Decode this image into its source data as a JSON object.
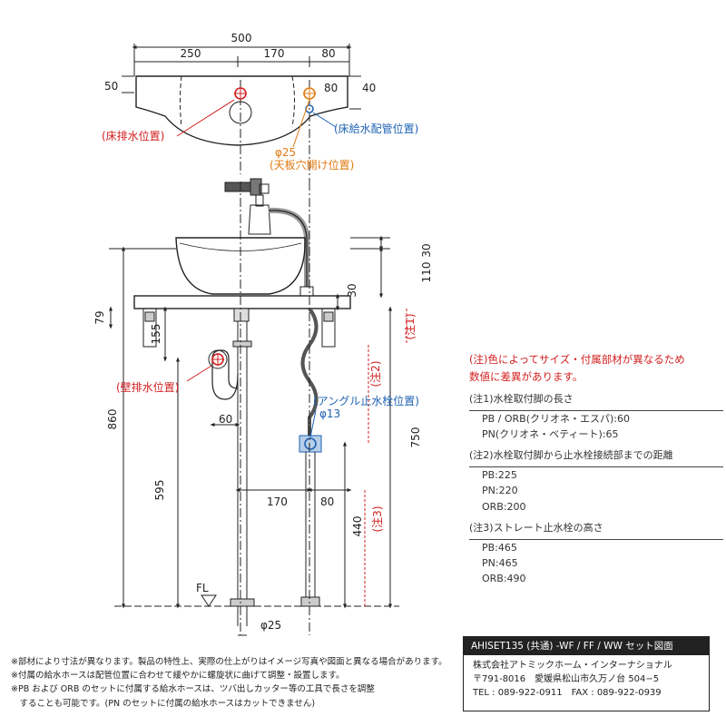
{
  "top_view": {
    "dims": {
      "total": "500",
      "left": "250",
      "mid": "170",
      "right": "80",
      "depth": "50",
      "right_gap": "80",
      "right_depth": "40"
    },
    "labels": {
      "floor_drain": "(床排水位置)",
      "counter_hole_dia": "φ25",
      "counter_hole": "(天板穴開け位置)",
      "floor_supply": "(床給水配管位置)"
    }
  },
  "front_view": {
    "dims": {
      "bowl_top": "30",
      "bowl_height": "110",
      "counter_gap": "30",
      "bracket": "79",
      "drain_offset": "155",
      "trap_offset": "60",
      "total_height": "860",
      "supply_height": "750",
      "drain_height": "595",
      "dist_170": "170",
      "dist_80": "80",
      "valve_height": "440",
      "floor_pipe_dia": "φ25",
      "valve_dia": "φ13"
    },
    "labels": {
      "wall_drain": "(壁排水位置)",
      "angle_valve": "(アングル止水栓位置)",
      "floor_line": "FL",
      "note1": "(注1)",
      "note2": "(注2)",
      "note3": "(注3)"
    }
  },
  "notes": {
    "header_line1": "(注)色によってサイズ・付属部材が異なるため",
    "header_line2": "数値に差異があります。",
    "sections": [
      {
        "title": "(注1)水栓取付脚の長さ",
        "lines": [
          "PB / ORB(クリオネ・エスパ):60",
          "PN(クリオネ・ベティート):65"
        ]
      },
      {
        "title": "(注2)水栓取付脚から止水栓接続部までの距離",
        "lines": [
          "PB:225",
          "PN:220",
          "ORB:200"
        ]
      },
      {
        "title": "(注3)ストレート止水栓の高さ",
        "lines": [
          "PB:465",
          "PN:465",
          "ORB:490"
        ]
      }
    ]
  },
  "footer_notes": [
    "※部材により寸法が異なります。製品の特性上、実際の仕上がりはイメージ写真や図面と異なる場合があります。",
    "※付属の給水ホースは配管位置に合わせて緩やかに螺旋状に曲げて調整・設置します。",
    "※PB および ORB のセットに付属する給水ホースは、ツバ出しカッター等の工具で長さを調整",
    "　することも可能です。(PN のセットに付属の給水ホースはカットできません)"
  ],
  "title_block": {
    "title": "AHISET135 (共通) -WF / FF / WW セット図面",
    "company": "株式会社アトミックホーム・インターナショナル",
    "address": "〒791-8016　愛媛県松山市久万ノ台 504−5",
    "contact": "TEL : 089-922-0911　FAX : 089-922-0939"
  },
  "colors": {
    "red": "#d21f1f",
    "orange": "#e07a10",
    "blue": "#1f63b4",
    "line": "#222222"
  }
}
